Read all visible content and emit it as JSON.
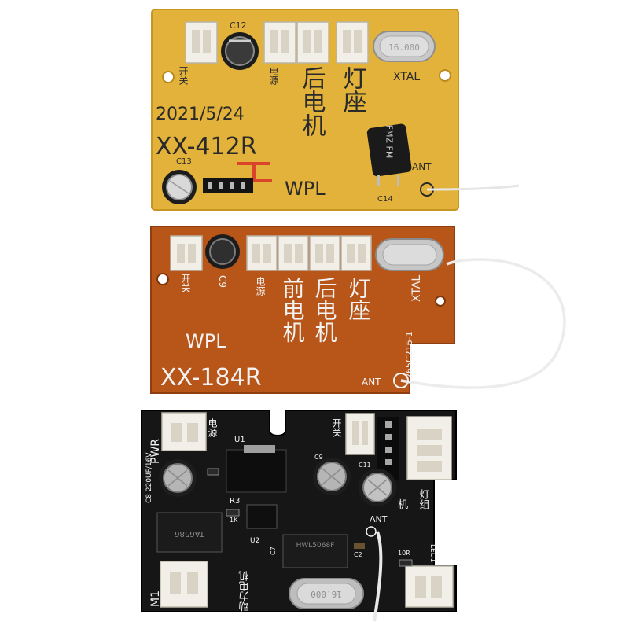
{
  "colors": {
    "background": "#ffffff",
    "yellow_board": "#e2b23a",
    "orange_board": "#b8561a",
    "black_board": "#161616",
    "silkscreen_dark": "#2a2a2a",
    "silkscreen_light": "#f2f2f2",
    "connector": "#f1efe8",
    "antenna_wire": "#ececec"
  },
  "boards": {
    "top": {
      "date": "2021/5/24",
      "model": "XX-412R",
      "brand": "WPL",
      "xtal": "XTAL",
      "crystal": "16.000",
      "ant": "ANT",
      "c12": "C12",
      "c13": "C13",
      "c14": "C14",
      "switch_label": "开关",
      "power_label": "电源",
      "rear_motor": "后电机",
      "light_socket": "灯座",
      "cap_marking": "FMZ FM"
    },
    "middle": {
      "brand": "WPL",
      "model": "XX-184R",
      "xtal": "XTAL",
      "ant": "ANT",
      "code": "265C216-1",
      "c9": "C9",
      "switch_label": "开关",
      "power_label": "电源",
      "front_motor": "前电机",
      "rear_motor": "后电机",
      "light_socket": "灯座"
    },
    "bottom": {
      "pwr": "PWR",
      "m1": "M1",
      "power_label": "电源",
      "switch_label": "开关",
      "motor_label": "动力电机",
      "light_group": "灯组",
      "u1": "U1",
      "u2": "U2",
      "r3": "R3",
      "r3_val": "1K",
      "c7": "C7",
      "c8": "C8 220UF/16V",
      "c9": "C9",
      "c11": "C11",
      "c2": "C2",
      "r10": "10R",
      "led1": "LED1",
      "ant": "ANT",
      "chip_left": "TA6586",
      "chip_right": "HWL5068F",
      "crystal": "16.000",
      "motor_mark": "机"
    }
  }
}
